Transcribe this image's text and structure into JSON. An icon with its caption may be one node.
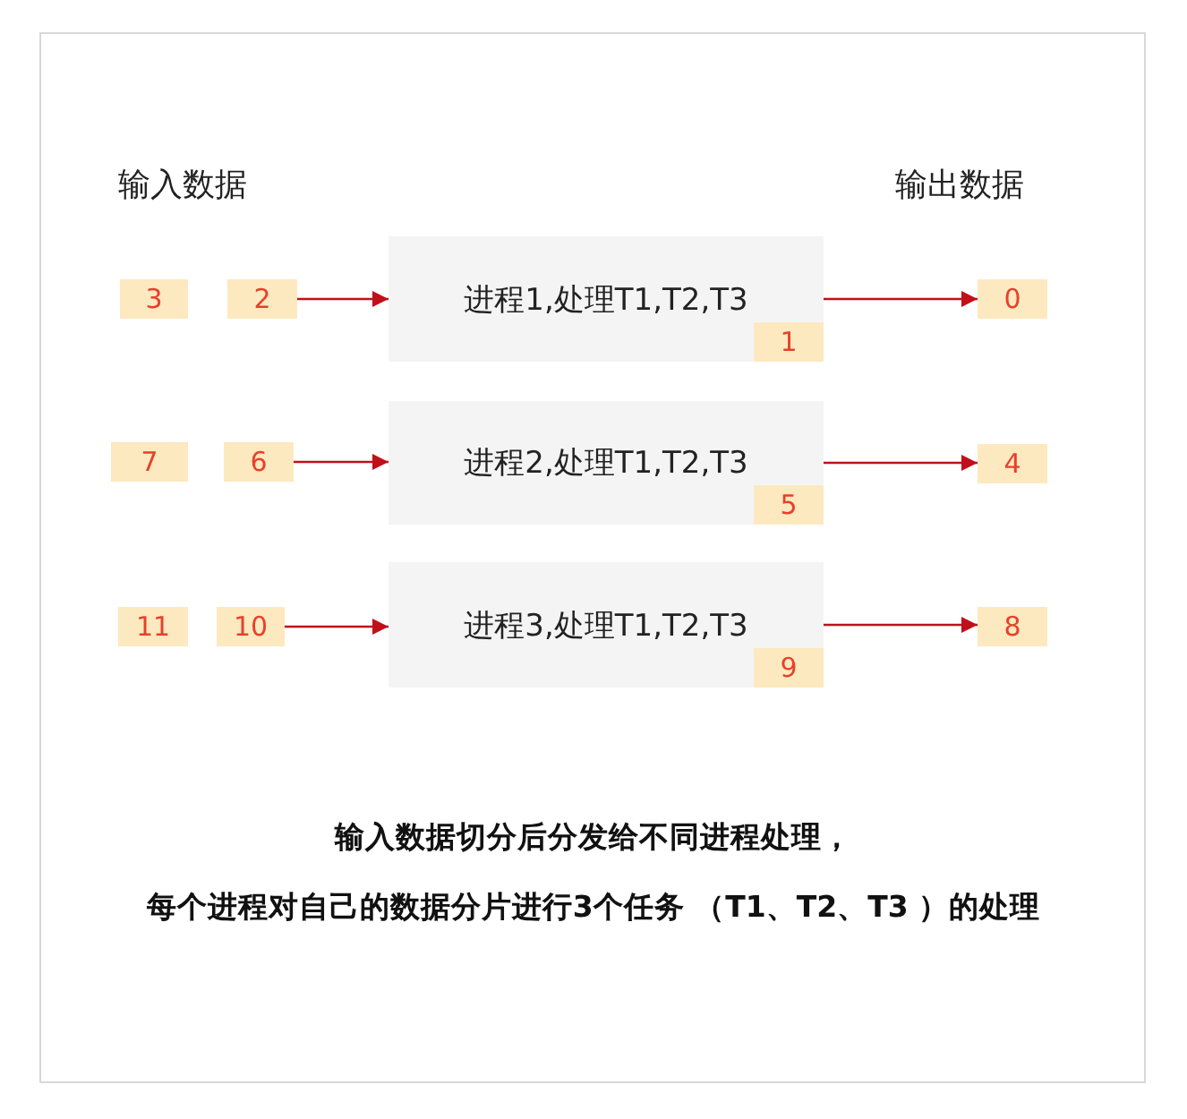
{
  "diagram": {
    "nodes": [
      {
        "text": [
          "3"
        ]
      },
      {
        "text": [
          "2"
        ]
      },
      {
        "text": [
          "进程1,处理T1,T2,T3"
        ]
      },
      {
        "text": [
          "1"
        ],
        "in": 2
      },
      {
        "text": [
          "0"
        ]
      },
      {
        "text": [
          "7"
        ]
      },
      {
        "text": [
          "6"
        ]
      },
      {
        "text": [
          "进程2,处理T1,T2,T3"
        ]
      },
      {
        "text": [
          "5"
        ],
        "in": 7
      },
      {
        "text": [
          "4"
        ]
      },
      {
        "text": [
          "11"
        ]
      },
      {
        "text": [
          "10"
        ]
      },
      {
        "text": [
          "进程3,处理T1,T2,T3"
        ]
      },
      {
        "text": [
          "9"
        ],
        "in": 12
      },
      {
        "text": [
          "8"
        ]
      }
    ],
    "edges": [
      {
        "from": 1,
        "to": 2,
        "arrow": "to"
      },
      {
        "from": 2,
        "to": 4,
        "arrow": "to"
      },
      {
        "from": 6,
        "to": 7,
        "arrow": "to"
      },
      {
        "from": 7,
        "to": 9,
        "arrow": "to"
      },
      {
        "from": 11,
        "to": 12,
        "arrow": "to"
      },
      {
        "from": 12,
        "to": 14,
        "arrow": "to"
      }
    ],
    "labels": [
      "输入数据",
      "输出数据",
      "输入数据切分后分发给不同进程处理，",
      "每个进程对自己的数据分片进行3个任务 （T1、T2、T3 ）的处理"
    ]
  }
}
